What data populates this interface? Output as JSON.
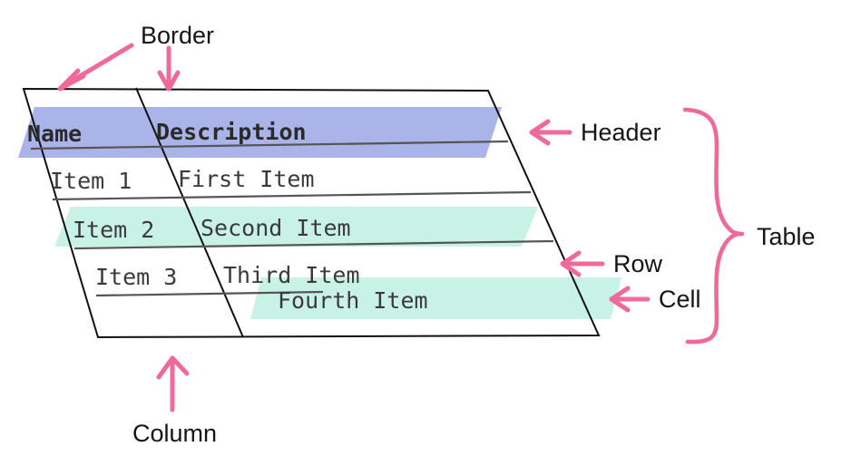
{
  "diagram": {
    "title_absent": true,
    "colors": {
      "header_band": "#aab4e8",
      "row_band": "#c9f2e6",
      "annotation_pink": "#f0699b",
      "outline": "#111111",
      "rule_line": "#555555",
      "text": "#3a3a3a",
      "background": "#ffffff"
    },
    "table": {
      "columns": [
        "Name",
        "Description"
      ],
      "rows": [
        {
          "name": "Item 1",
          "description": "First Item",
          "highlight": "none"
        },
        {
          "name": "Item 2",
          "description": "Second Item",
          "highlight": "row"
        },
        {
          "name": "Item 3",
          "description": "Third Item",
          "highlight": "none"
        }
      ],
      "extra_cell": {
        "description": "Fourth Item",
        "highlight": "cell"
      }
    },
    "annotations": [
      {
        "id": "border",
        "label": "Border",
        "arrows": 2,
        "position": "top"
      },
      {
        "id": "header",
        "label": "Header",
        "arrows": 1,
        "position": "right-top"
      },
      {
        "id": "row",
        "label": "Row",
        "arrows": 1,
        "position": "right-middle"
      },
      {
        "id": "cell",
        "label": "Cell",
        "arrows": 1,
        "position": "right-lower"
      },
      {
        "id": "table",
        "label": "Table",
        "arrows": 0,
        "position": "right-brace"
      },
      {
        "id": "column",
        "label": "Column",
        "arrows": 1,
        "position": "bottom"
      }
    ]
  }
}
